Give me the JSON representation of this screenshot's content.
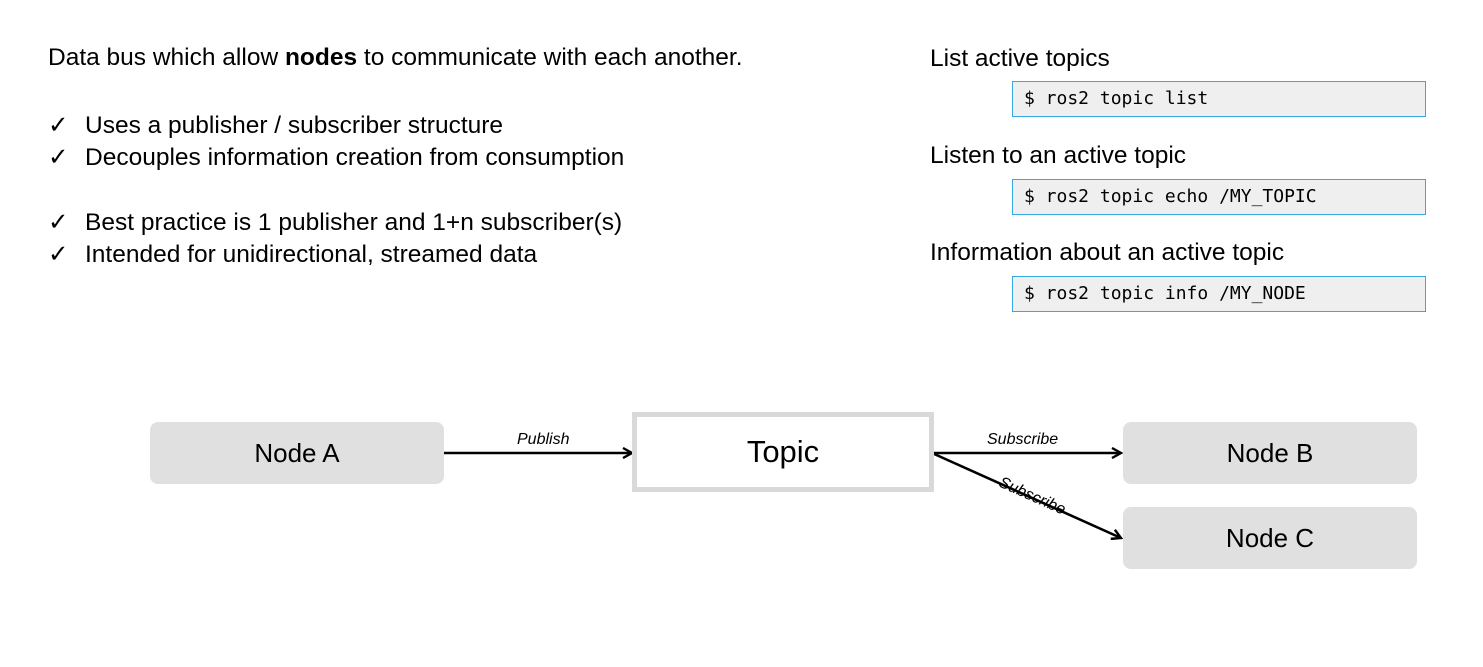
{
  "intro": {
    "before": "Data bus which allow ",
    "bold": "nodes",
    "after": " to communicate  with each another."
  },
  "bullets": [
    "Uses a publisher / subscriber structure",
    "Decouples  information creation from consumption",
    "Best practice is 1 publisher  and 1+n subscriber(s)",
    "Intended for unidirectional,  streamed data"
  ],
  "check_glyph": "✓",
  "commands": [
    {
      "label": "List active topics",
      "code": "$ ros2 topic list"
    },
    {
      "label": "Listen to an active topic",
      "code": "$ ros2 topic echo /MY_TOPIC"
    },
    {
      "label": "Information about an active topic",
      "code": "$ ros2 topic info /MY_NODE"
    }
  ],
  "diagram": {
    "node_a": "Node A",
    "topic": "Topic",
    "node_b": "Node B",
    "node_c": "Node C",
    "publish_label": "Publish",
    "subscribe_b_label": "Subscribe",
    "subscribe_c_label": "Subscribe"
  },
  "colors": {
    "code_border": "#35a9e3",
    "code_bg": "#efefef",
    "node_bg": "#e0e0e0",
    "topic_border": "#d9d9d9"
  }
}
